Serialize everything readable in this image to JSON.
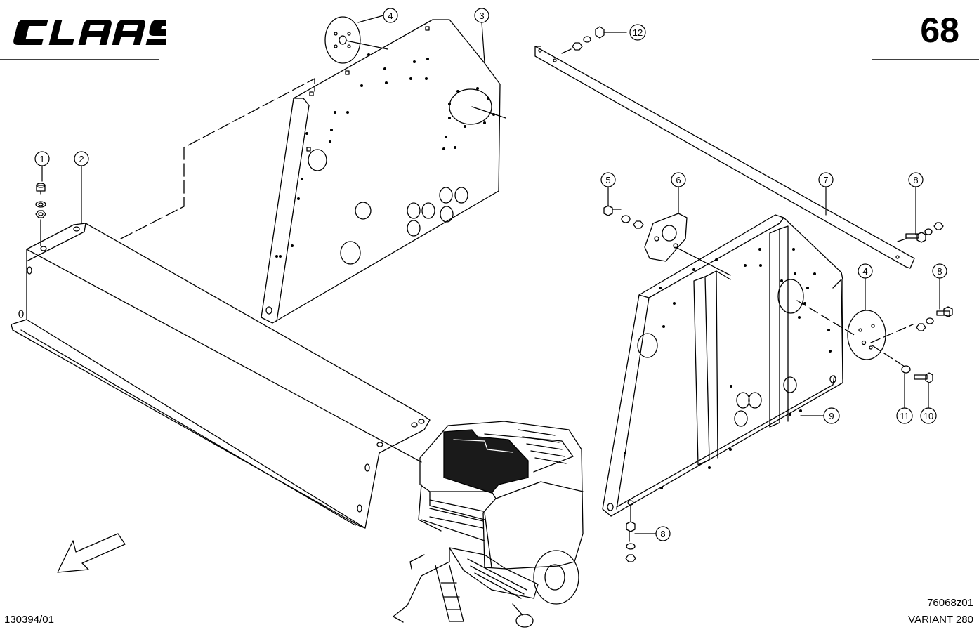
{
  "header": {
    "brand_logo_text": "CLAAS",
    "page_number": "68"
  },
  "footer": {
    "sheet_ref": "130394/01",
    "drawing_no": "76068z01",
    "model_name": "VARIANT 280"
  },
  "callouts": [
    "1",
    "2",
    "3",
    "4",
    "12",
    "5",
    "6",
    "7",
    "8",
    "8",
    "4",
    "9",
    "11",
    "10",
    "8"
  ],
  "colors": {
    "ink": "#000000",
    "paper": "#ffffff",
    "machine_dark": "#1a1a1a"
  }
}
